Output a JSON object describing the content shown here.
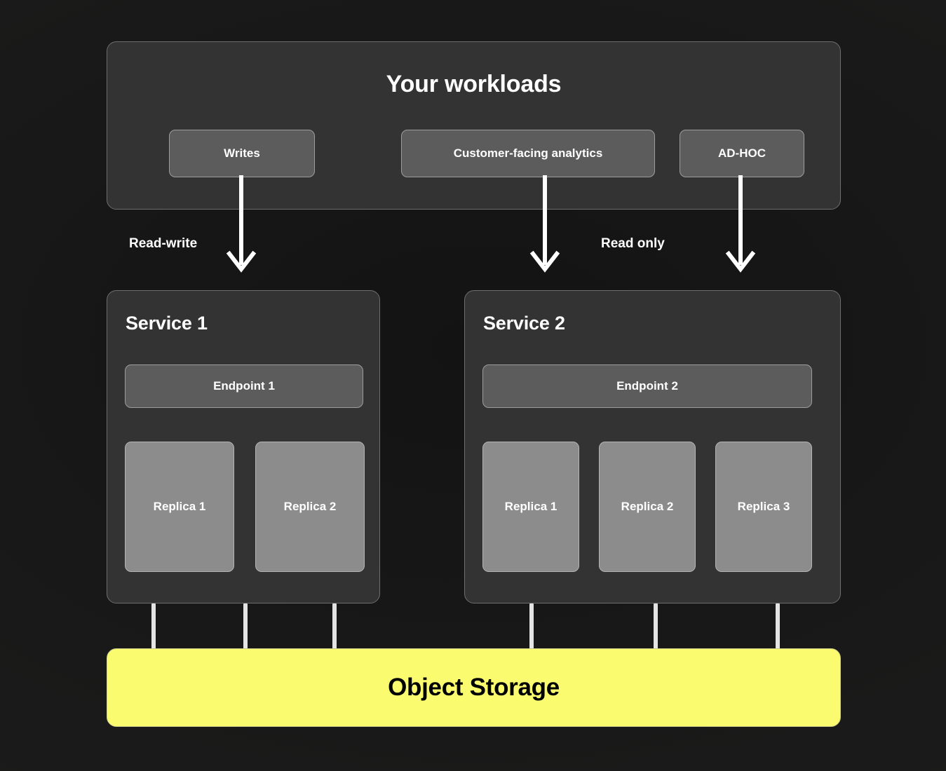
{
  "diagram": {
    "title": "Your workloads",
    "workloads": [
      {
        "id": "writes",
        "label": "Writes"
      },
      {
        "id": "customer-facing-analytics",
        "label": "Customer-facing analytics"
      },
      {
        "id": "ad-hoc",
        "label": "AD-HOC"
      }
    ],
    "edge_labels": {
      "read_write": "Read-write",
      "read_only": "Read only"
    },
    "services": [
      {
        "id": "service-1",
        "title": "Service 1",
        "endpoint": "Endpoint 1",
        "replicas": [
          "Replica 1",
          "Replica 2"
        ]
      },
      {
        "id": "service-2",
        "title": "Service 2",
        "endpoint": "Endpoint 2",
        "replicas": [
          "Replica 1",
          "Replica 2",
          "Replica 3"
        ]
      }
    ],
    "storage": {
      "label": "Object Storage"
    },
    "colors": {
      "background": "#171717",
      "panel": "#333333",
      "panel_border": "#6e6e6e",
      "chip": "#5c5c5c",
      "chip_border": "#9d9d9d",
      "replica": "#8c8c8c",
      "replica_border": "#b4b4b4",
      "connector": "#e4e4e4",
      "storage_fill": "#fafb6e",
      "storage_text": "#000000",
      "text": "#ffffff"
    }
  }
}
